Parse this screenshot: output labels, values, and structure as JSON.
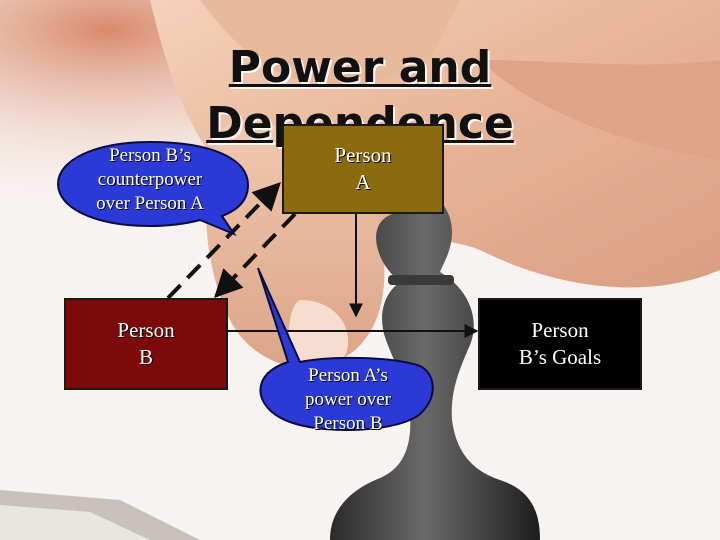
{
  "title": {
    "line1": "Power and",
    "line2": "Dependence"
  },
  "nodes": {
    "person_a": {
      "line1": "Person",
      "line2": "A"
    },
    "person_b": {
      "line1": "Person",
      "line2": "B"
    },
    "goals": {
      "line1": "Person",
      "line2": "B’s Goals"
    }
  },
  "callouts": {
    "counterpower": {
      "line1": "Person B’s",
      "line2": "counterpower",
      "line3": "over Person A"
    },
    "power": {
      "line1": "Person A’s",
      "line2": "power over",
      "line3": "Person B"
    }
  },
  "colors": {
    "person_a": "#8c6a10",
    "person_b": "#7c0a0a",
    "goals": "#000000",
    "callout": "#2b3ad6"
  }
}
